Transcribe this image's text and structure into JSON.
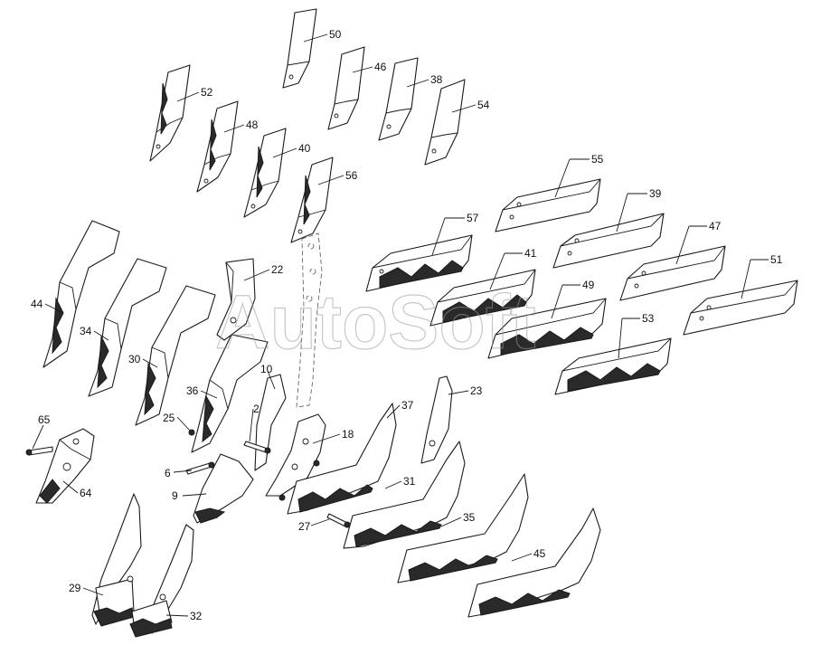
{
  "watermark": "AutoSoft",
  "callouts": [
    {
      "id": "c50",
      "label": "50"
    },
    {
      "id": "c46",
      "label": "46"
    },
    {
      "id": "c38",
      "label": "38"
    },
    {
      "id": "c54",
      "label": "54"
    },
    {
      "id": "c52",
      "label": "52"
    },
    {
      "id": "c48",
      "label": "48"
    },
    {
      "id": "c40",
      "label": "40"
    },
    {
      "id": "c56",
      "label": "56"
    },
    {
      "id": "c55",
      "label": "55"
    },
    {
      "id": "c39",
      "label": "39"
    },
    {
      "id": "c57",
      "label": "57"
    },
    {
      "id": "c41",
      "label": "41"
    },
    {
      "id": "c47",
      "label": "47"
    },
    {
      "id": "c51",
      "label": "51"
    },
    {
      "id": "c49",
      "label": "49"
    },
    {
      "id": "c53",
      "label": "53"
    },
    {
      "id": "c22",
      "label": "22"
    },
    {
      "id": "c44",
      "label": "44"
    },
    {
      "id": "c34",
      "label": "34"
    },
    {
      "id": "c30",
      "label": "30"
    },
    {
      "id": "c36",
      "label": "36"
    },
    {
      "id": "c10",
      "label": "10"
    },
    {
      "id": "c2",
      "label": "2"
    },
    {
      "id": "c25",
      "label": "25"
    },
    {
      "id": "c65",
      "label": "65"
    },
    {
      "id": "c6",
      "label": "6"
    },
    {
      "id": "c9",
      "label": "9"
    },
    {
      "id": "c64",
      "label": "64"
    },
    {
      "id": "c18",
      "label": "18"
    },
    {
      "id": "c37",
      "label": "37"
    },
    {
      "id": "c23",
      "label": "23"
    },
    {
      "id": "c31",
      "label": "31"
    },
    {
      "id": "c27",
      "label": "27"
    },
    {
      "id": "c35",
      "label": "35"
    },
    {
      "id": "c45",
      "label": "45"
    },
    {
      "id": "c29",
      "label": "29"
    },
    {
      "id": "c32",
      "label": "32"
    }
  ]
}
